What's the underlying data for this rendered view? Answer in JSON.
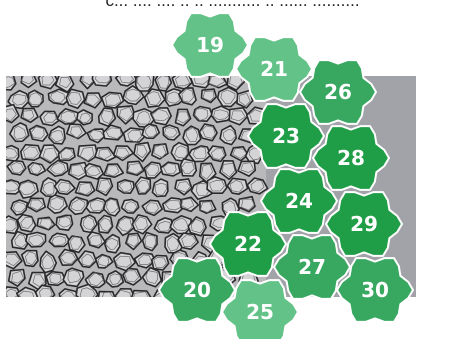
{
  "caption": "c... .... .... .. .. ........... .. ...... ..........",
  "colors": {
    "background": "#ffffff",
    "gray_band": "#a2a3a8",
    "paving_face": "#d4d4d6",
    "paving_outline": "#2a2a2c",
    "tile_dark": "#1f9e47",
    "tile_medium": "#38a861",
    "tile_light": "#62c287",
    "tile_stroke": "#ffffff"
  },
  "tiles": [
    {
      "label": "19",
      "shade": "light"
    },
    {
      "label": "21",
      "shade": "light"
    },
    {
      "label": "26",
      "shade": "medium"
    },
    {
      "label": "23",
      "shade": "dark"
    },
    {
      "label": "28",
      "shade": "dark"
    },
    {
      "label": "24",
      "shade": "dark"
    },
    {
      "label": "29",
      "shade": "dark"
    },
    {
      "label": "22",
      "shade": "dark"
    },
    {
      "label": "27",
      "shade": "medium"
    },
    {
      "label": "20",
      "shade": "medium"
    },
    {
      "label": "25",
      "shade": "light"
    },
    {
      "label": "30",
      "shade": "medium"
    }
  ]
}
